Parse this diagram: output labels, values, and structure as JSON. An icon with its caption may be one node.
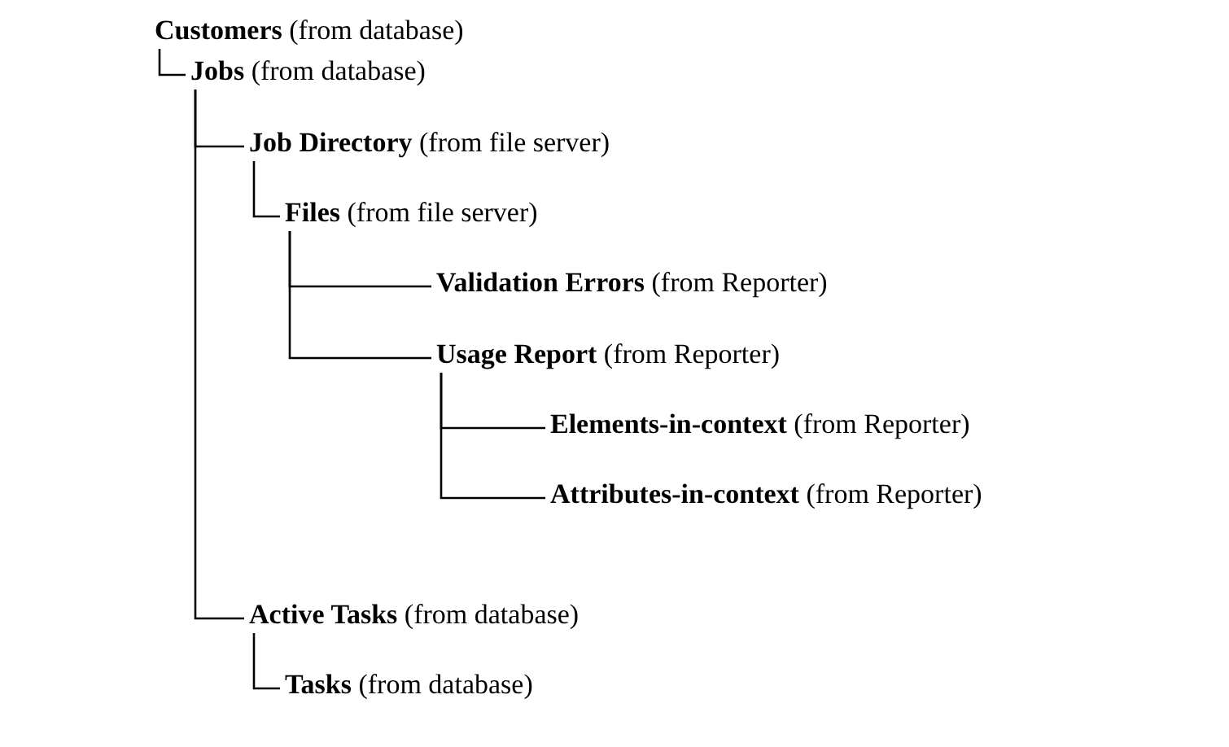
{
  "diagram": {
    "nodes": [
      {
        "text": [
          "**Customers** (from database)"
        ]
      },
      {
        "text": [
          "**Jobs** (from database)"
        ]
      },
      {
        "text": [
          "**Job Directory** (from file server)"
        ]
      },
      {
        "text": [
          "**Files** (from file server)"
        ]
      },
      {
        "text": [
          "**Validation Errors** (from Reporter)"
        ]
      },
      {
        "text": [
          "**Usage Report** (from Reporter)"
        ]
      },
      {
        "text": [
          "**Elements-in-context** (from Reporter)"
        ]
      },
      {
        "text": [
          "**Attributes-in-context** (from Reporter)"
        ]
      },
      {
        "text": [
          "**Active Tasks** (from database)"
        ]
      },
      {
        "text": [
          "**Tasks** (from database)"
        ]
      }
    ],
    "edges": [
      {
        "from": 0,
        "to": 1,
        "arrow": "none"
      },
      {
        "from": 1,
        "to": 2,
        "arrow": "none"
      },
      {
        "from": 2,
        "to": 3,
        "arrow": "none"
      },
      {
        "from": 3,
        "to": 4,
        "arrow": "none"
      },
      {
        "from": 3,
        "to": 5,
        "arrow": "none"
      },
      {
        "from": 5,
        "to": 6,
        "arrow": "none"
      },
      {
        "from": 5,
        "to": 7,
        "arrow": "none"
      },
      {
        "from": 1,
        "to": 8,
        "arrow": "none"
      },
      {
        "from": 8,
        "to": 9,
        "arrow": "none"
      }
    ]
  }
}
